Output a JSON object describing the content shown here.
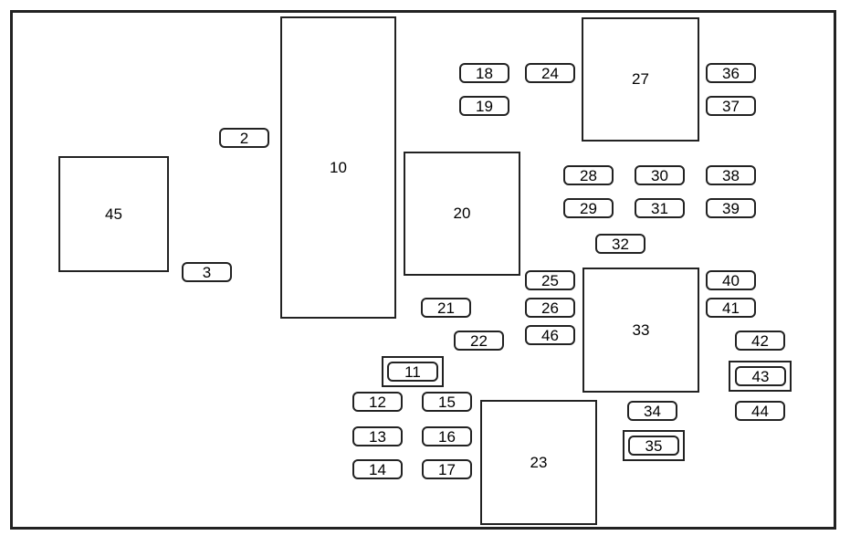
{
  "diagram": {
    "relays": {
      "r45": "45",
      "r10": "10",
      "r20": "20",
      "r27": "27",
      "r33": "33",
      "r23": "23"
    },
    "fuses": {
      "f2": "2",
      "f3": "3",
      "f11": "11",
      "f12": "12",
      "f13": "13",
      "f14": "14",
      "f15": "15",
      "f16": "16",
      "f17": "17",
      "f18": "18",
      "f19": "19",
      "f21": "21",
      "f22": "22",
      "f24": "24",
      "f25": "25",
      "f26": "26",
      "f46": "46",
      "f28": "28",
      "f29": "29",
      "f30": "30",
      "f31": "31",
      "f32": "32",
      "f34": "34",
      "f35": "35",
      "f36": "36",
      "f37": "37",
      "f38": "38",
      "f39": "39",
      "f40": "40",
      "f41": "41",
      "f42": "42",
      "f43": "43",
      "f44": "44"
    }
  }
}
